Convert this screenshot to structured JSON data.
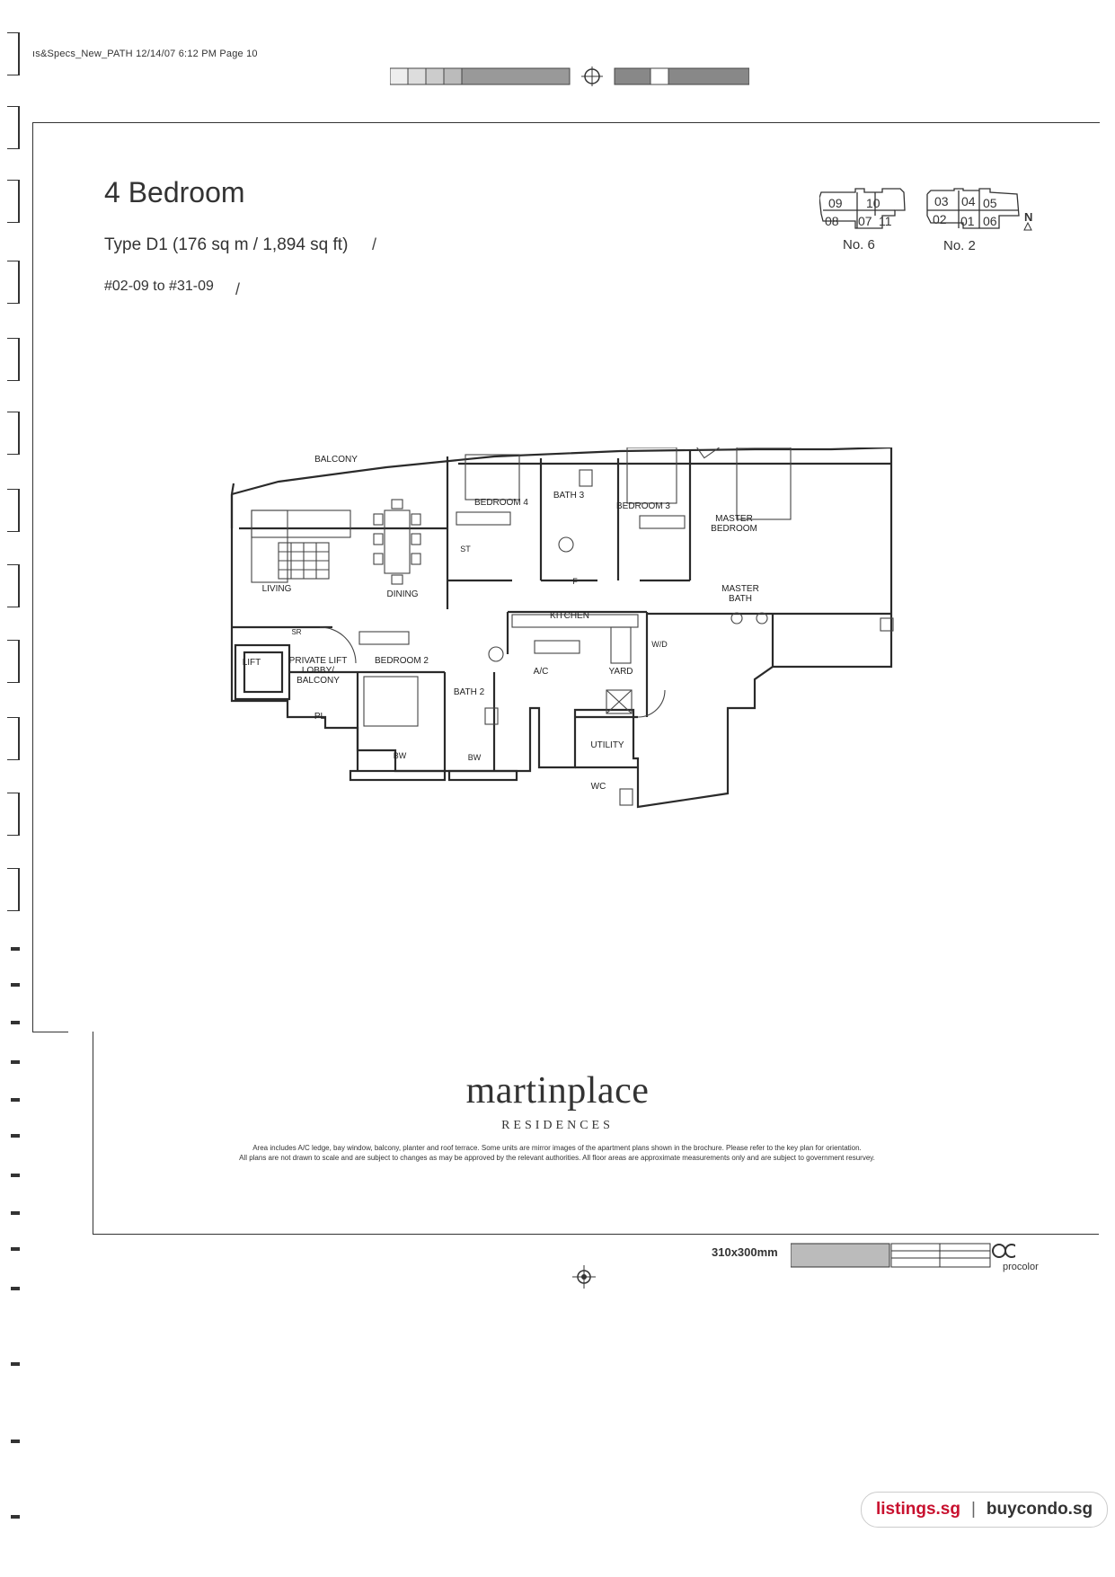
{
  "header": {
    "slug": "ıs&Specs_New_PATH 12/14/07 6:12 PM Page 10"
  },
  "unit": {
    "title": "4 Bedroom",
    "type_line": "Type D1 (176 sq m / 1,894 sq ft)",
    "unit_range": "#02-09 to #31-09"
  },
  "keyplan": {
    "block6": {
      "label": "No. 6",
      "units": [
        "09",
        "10",
        "08",
        "07",
        "11"
      ]
    },
    "block2": {
      "label": "No. 2",
      "units": [
        "03",
        "04",
        "05",
        "02",
        "01",
        "06"
      ]
    },
    "north": "N"
  },
  "floorplan": {
    "rooms": {
      "balcony": "BALCONY",
      "living": "LIVING",
      "dining": "DINING",
      "bedroom4": "BEDROOM 4",
      "bath3": "BATH 3",
      "bedroom3": "BEDROOM 3",
      "master_bedroom_1": "MASTER",
      "master_bedroom_2": "BEDROOM",
      "master_bath_1": "MASTER",
      "master_bath_2": "BATH",
      "kitchen": "KITCHEN",
      "bedroom2": "BEDROOM 2",
      "bath2": "BATH 2",
      "ac": "A/C",
      "yard": "YARD",
      "utility": "UTILITY",
      "wc": "WC",
      "lift": "LIFT",
      "lobby_1": "PRIVATE LIFT",
      "lobby_2": "LOBBY/",
      "lobby_3": "BALCONY",
      "pl": "PL",
      "sr": "SR",
      "st": "ST",
      "wd": "W/D",
      "f": "F",
      "bw": "BW"
    }
  },
  "brand": {
    "name": "martinplace",
    "sub": "RESIDENCES"
  },
  "disclaimer": {
    "line1": "Area includes A/C ledge, bay window, balcony, planter and roof terrace. Some units are mirror images of the apartment plans shown in the brochure. Please refer to the key plan for orientation.",
    "line2": "All plans are not drawn to scale and are subject to changes as may be approved by the relevant authorities. All floor areas are approximate measurements only and are subject to government resurvey."
  },
  "print": {
    "size": "310x300mm",
    "printer": "procolor"
  },
  "footer": {
    "site1": "listings.sg",
    "separator": "|",
    "site2": "buycondo.sg"
  },
  "colors": {
    "ink": "#333333",
    "listings_red": "#c8102e"
  }
}
